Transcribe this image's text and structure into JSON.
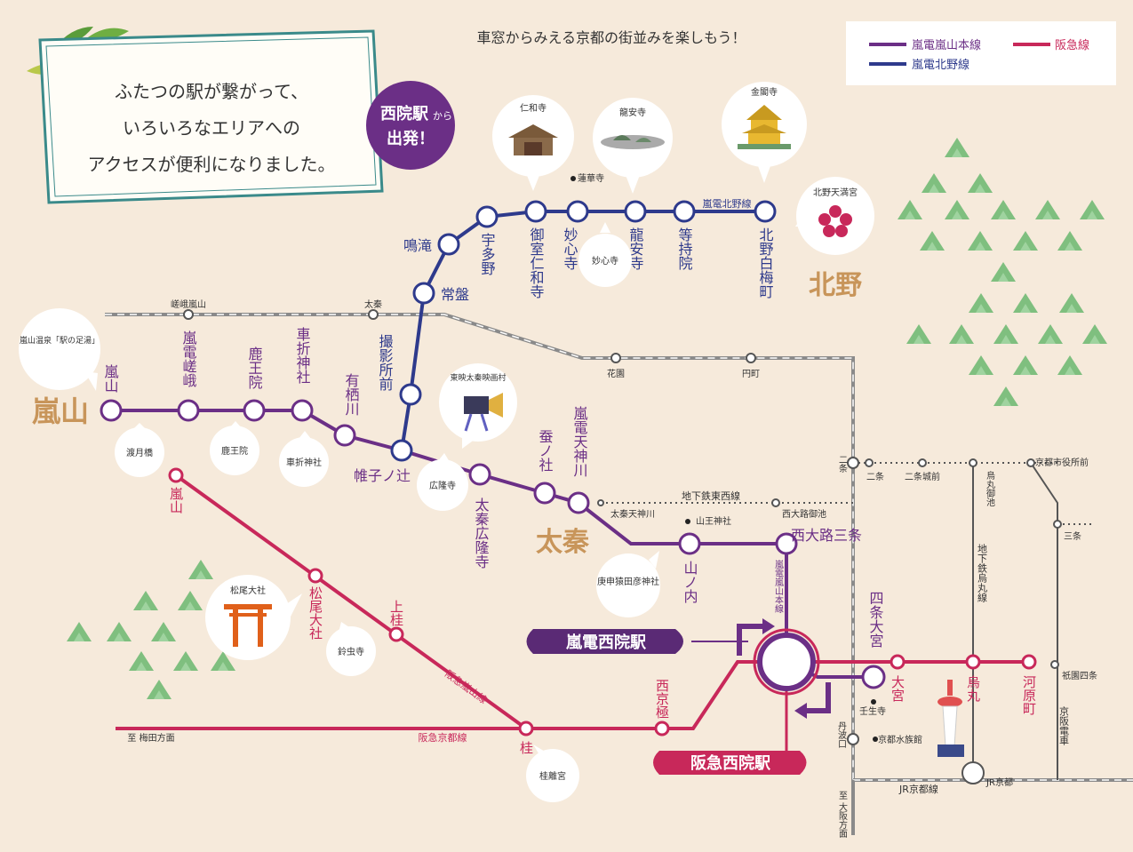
{
  "header": {
    "tagline": "車窓からみえる京都の街並みを楽しもう！",
    "intro_lines": [
      "ふたつの駅が繋がって、",
      "いろいろなエリアへの",
      "アクセスが便利になりました。"
    ],
    "start_badge": {
      "line1_big": "西院駅",
      "line1_small": "から",
      "line2": "出発！"
    }
  },
  "legend": {
    "arashiyama_line": "嵐電嵐山本線",
    "hankyu_line": "阪急線",
    "kitano_line": "嵐電北野線"
  },
  "colors": {
    "bg": "#f6eadb",
    "randen_arashiyama": "#6b2f86",
    "randen_kitano": "#2e3a8c",
    "hankyu": "#c8285a",
    "rail_gray": "#8a8a8a",
    "area_text": "#c8955a",
    "mountain": "#7fbf7f"
  },
  "areas": {
    "arashiyama": "嵐山",
    "kitano": "北野",
    "uzumasa": "太秦"
  },
  "kitano_stations": [
    "鳴滝",
    "宇多野",
    "御室仁和寺",
    "妙心寺",
    "龍安寺",
    "等持院",
    "北野白梅町",
    "常盤",
    "撮影所前",
    "帷子ノ辻"
  ],
  "arashiyama_stations": [
    "嵐山",
    "嵐電嵯峨",
    "鹿王院",
    "車折神社",
    "有栖川",
    "帷子ノ辻",
    "太秦広隆寺",
    "蚕ノ社",
    "嵐電天神川",
    "山ノ内",
    "西大路三条",
    "四条大宮"
  ],
  "hankyu_stations": [
    "嵐山",
    "松尾大社",
    "上桂",
    "桂",
    "西京極",
    "大宮",
    "烏丸",
    "河原町"
  ],
  "line_labels": {
    "kitano_line": "嵐電北野線",
    "hankyu_arashiyama_line": "阪急嵐山線",
    "hankyu_kyoto_line": "阪急京都線",
    "randen_main": "嵐電嵐山本線",
    "subway_tozai": "地下鉄東西線",
    "subway_karasuma": "地下鉄烏丸線",
    "jr_kyoto": "JR京都線",
    "keihan": "京阪電車"
  },
  "stations_other": {
    "sagaarashiyama": "嵯峨嵐山",
    "uzumasa_jr": "太秦",
    "hanazono": "花園",
    "emmachi": "円町",
    "nijo": "二条",
    "nijo2": "二条",
    "nijojomae": "二条城前",
    "karasuma_oike": "烏丸御池",
    "shiyakusho": "京都市役所前",
    "sanjo": "三条",
    "uzumasa_tenjingawa": "太秦天神川",
    "nishioji_oike": "西大路御池",
    "tambaguchi": "丹波口",
    "kyoto": "JR京都",
    "gion_shijo": "祇園四条",
    "mibu": "壬生寺",
    "suizokukan": "京都水族館",
    "umeda": "至 梅田方面",
    "osaka": "至 大阪方面",
    "yamanouchi_shrine": "山王神社",
    "renge": "蓮華寺"
  },
  "landmarks": {
    "ninnaji": "仁和寺",
    "ryoanji": "龍安寺",
    "kinkakuji": "金閣寺",
    "kitano_tenmangu": "北野天満宮",
    "myoshinji": "妙心寺",
    "onsen": "嵐山温泉「駅の足湯」",
    "togetsukyo": "渡月橋",
    "rokuoin": "鹿王院",
    "kurumazaki": "車折神社",
    "toei": "東映太秦映画村",
    "koryuji": "広隆寺",
    "matsuo": "松尾大社",
    "suzumushi": "鈴虫寺",
    "katsura": "桂離宮",
    "saru": "庚申猿田彦神社"
  },
  "sai_stations": {
    "randen": "嵐電西院駅",
    "hankyu": "阪急西院駅"
  }
}
